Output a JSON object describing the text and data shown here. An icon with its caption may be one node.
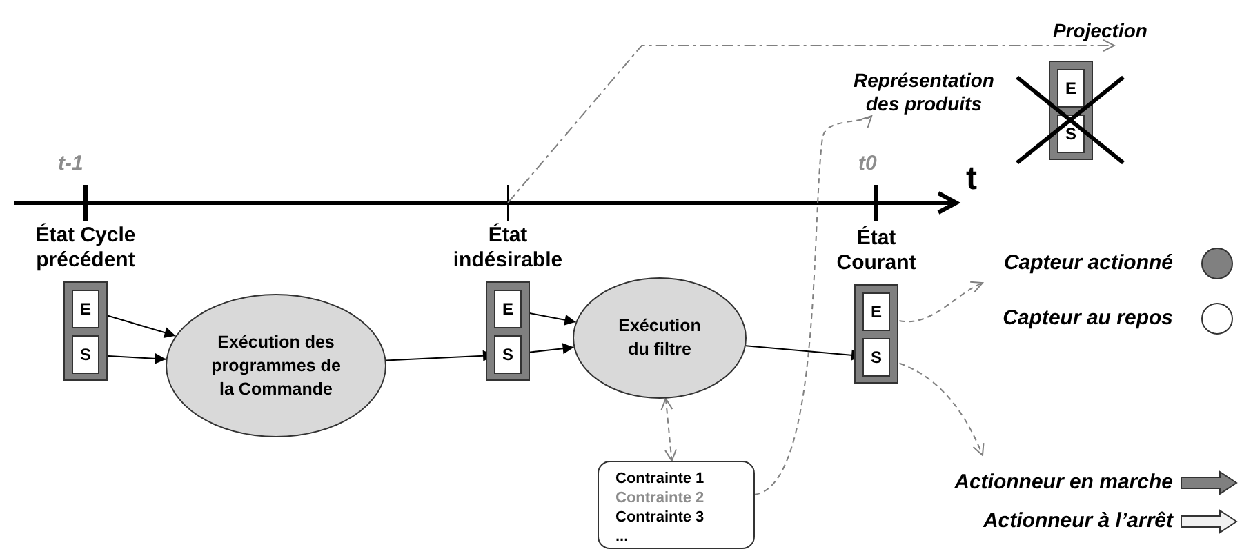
{
  "diagram": {
    "nodes": [
      {
        "text": [
          "État Cycle précédent"
        ]
      },
      {
        "text": [
          "E"
        ],
        "in": 0
      },
      {
        "text": [
          "S"
        ],
        "in": 0
      },
      {
        "text": [
          "Exécution des programmes de la Commande"
        ]
      },
      {
        "text": [
          "État indésirable"
        ]
      },
      {
        "text": [
          "E"
        ],
        "in": 4
      },
      {
        "text": [
          "S"
        ],
        "in": 4
      },
      {
        "text": [
          "Exécution du filtre"
        ]
      },
      {
        "text": [
          "État Courant"
        ]
      },
      {
        "text": [
          "E"
        ],
        "in": 8
      },
      {
        "text": [
          "S"
        ],
        "in": 8
      },
      {
        "text": [
          "Contrainte 1",
          "Contrainte 2",
          "Contrainte 3",
          "..."
        ]
      },
      {
        "text": [
          "Représentation des produits"
        ]
      },
      {
        "text": [
          "Projection"
        ]
      },
      {
        "text": [],
        "shape": "box"
      },
      {
        "text": [
          "E"
        ],
        "in": 14
      },
      {
        "text": [
          "S"
        ],
        "in": 14
      }
    ],
    "edges": [
      {
        "from": 1,
        "to": 3,
        "arrow": "to"
      },
      {
        "from": 2,
        "to": 3,
        "arrow": "to"
      },
      {
        "from": 3,
        "to": 6,
        "arrow": "to"
      },
      {
        "from": 5,
        "to": 7,
        "arrow": "to"
      },
      {
        "from": 6,
        "to": 7,
        "arrow": "to"
      },
      {
        "from": 7,
        "to": 10,
        "arrow": "to"
      },
      {
        "from": 7,
        "to": 11,
        "arrow": "both",
        "style": "dashed",
        "color": "#808080"
      },
      {
        "from": 11,
        "to": 12,
        "arrow": "to",
        "style": "dashed",
        "color": "#808080"
      },
      {
        "from": null,
        "to": 13,
        "arrow": "to",
        "style": "dashed",
        "color": "#808080"
      },
      {
        "from": 9,
        "to": null,
        "arrow": "to",
        "style": "dashed",
        "color": "#808080"
      },
      {
        "from": 10,
        "to": null,
        "arrow": "to",
        "style": "dashed",
        "color": "#808080"
      }
    ],
    "labels": [
      "t-1",
      "t0",
      "t"
    ],
    "legend": [
      {
        "text": "Capteur actionné",
        "color": "#808080"
      },
      {
        "text": "Capteur au repos",
        "color": "#ffffff"
      },
      {
        "text": "Actionneur en marche",
        "color": "#808080"
      },
      {
        "text": "Actionneur à l’arrêt",
        "color": "#f0f0f0"
      }
    ]
  }
}
